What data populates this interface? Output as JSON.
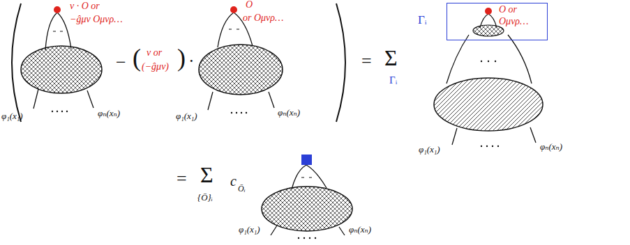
{
  "diagram": {
    "nodes": [
      {
        "text": [
          "Γᵢ",
          "O or Oμνρ…"
        ]
      }
    ],
    "labels": [
      "ν · O or",
      "−ĝμν Oμνρ…",
      "φ₁(x₁)",
      "φₙ(xₙ)",
      "−",
      "(",
      "ν or",
      "(−ĝμν)",
      ")",
      "·",
      "O",
      "or Oμνρ…",
      "φ₁(x₁)",
      "φₙ(xₙ)",
      "=",
      "Σ",
      "Γᵢ",
      "φ₁(x₁)",
      "φₙ(xₙ)",
      "=",
      "Σ",
      "{Ō}ᵢ",
      "c",
      "Ōᵢ",
      "φ₁(x₁)",
      "φₙ(xₙ)"
    ]
  }
}
